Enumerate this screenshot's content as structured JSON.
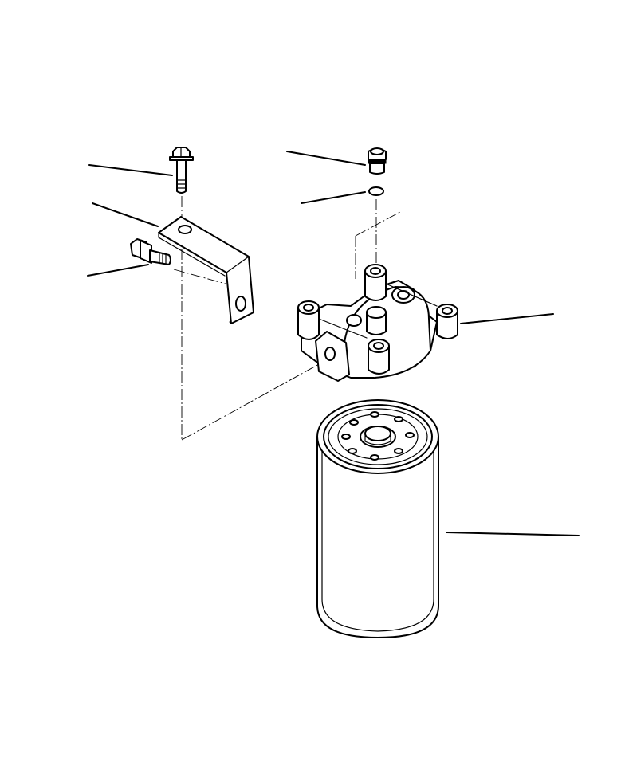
{
  "figure": {
    "kind": "exploded parts view",
    "background": "#ffffff",
    "ink": "#000000",
    "parts": [
      {
        "name": "bolt-top",
        "icon": "flanged-bolt-icon"
      },
      {
        "name": "mounting-bracket",
        "icon": "bracket-icon"
      },
      {
        "name": "bolt-side",
        "icon": "flanged-bolt-icon"
      },
      {
        "name": "plug",
        "icon": "plug-icon"
      },
      {
        "name": "o-ring",
        "icon": "o-ring-icon"
      },
      {
        "name": "filter-head",
        "icon": "filter-head-icon"
      },
      {
        "name": "filter-cartridge",
        "icon": "spin-on-filter-icon"
      }
    ]
  }
}
